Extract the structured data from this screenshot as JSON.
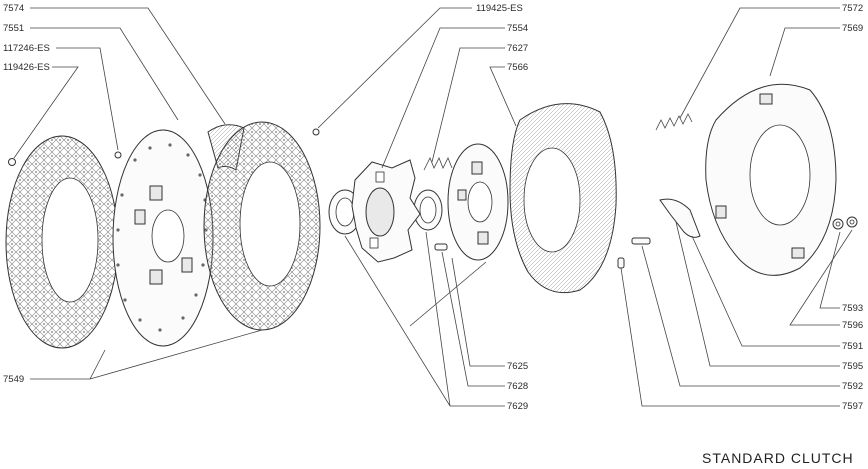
{
  "caption": "STANDARD CLUTCH",
  "labels": {
    "p7574": "7574",
    "p7551": "7551",
    "p117246": "117246-ES",
    "p119426": "119426-ES",
    "p119425": "119425-ES",
    "p7554": "7554",
    "p7627": "7627",
    "p7566": "7566",
    "p7572": "7572",
    "p7569": "7569",
    "p7593": "7593",
    "p7596": "7596",
    "p7591": "7591",
    "p7595": "7595",
    "p7592": "7592",
    "p7597": "7597",
    "p7625": "7625",
    "p7628": "7628",
    "p7629": "7629",
    "p7549": "7549"
  }
}
